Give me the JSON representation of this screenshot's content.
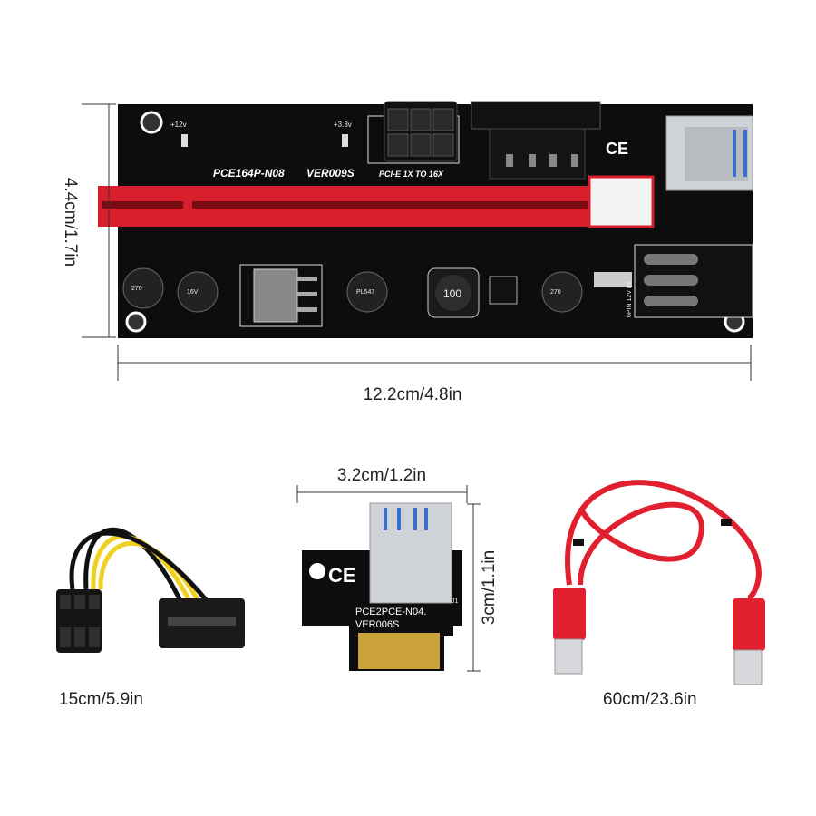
{
  "dimensions": {
    "riser_height": "4.4cm/1.7in",
    "riser_width": "12.2cm/4.8in",
    "adapter_width": "3.2cm/1.2in",
    "adapter_height": "3cm/1.1in",
    "power_cable_length": "15cm/5.9in",
    "usb_cable_length": "60cm/23.6in"
  },
  "riser_board": {
    "model": "PCE164P-N08",
    "version": "VER009S",
    "slot_label": "PCI-E  1X  TO  16X",
    "v12_label": "+12v",
    "v33_label": "+3.3v",
    "power_in_label": "6PIN 12V IN",
    "capacitor_text": [
      "270",
      "16V",
      "PL547"
    ],
    "inductor_text": "100",
    "ce_mark": "CE"
  },
  "adapter_card": {
    "model": "PCE2PCE-N04.",
    "version": "VER006S",
    "ce_mark": "CE",
    "j1": "J1"
  },
  "colors": {
    "pcb": "#0d0d0d",
    "slot": "#d81e2c",
    "cable": "#e0202e",
    "gold": "#c9a23a"
  }
}
